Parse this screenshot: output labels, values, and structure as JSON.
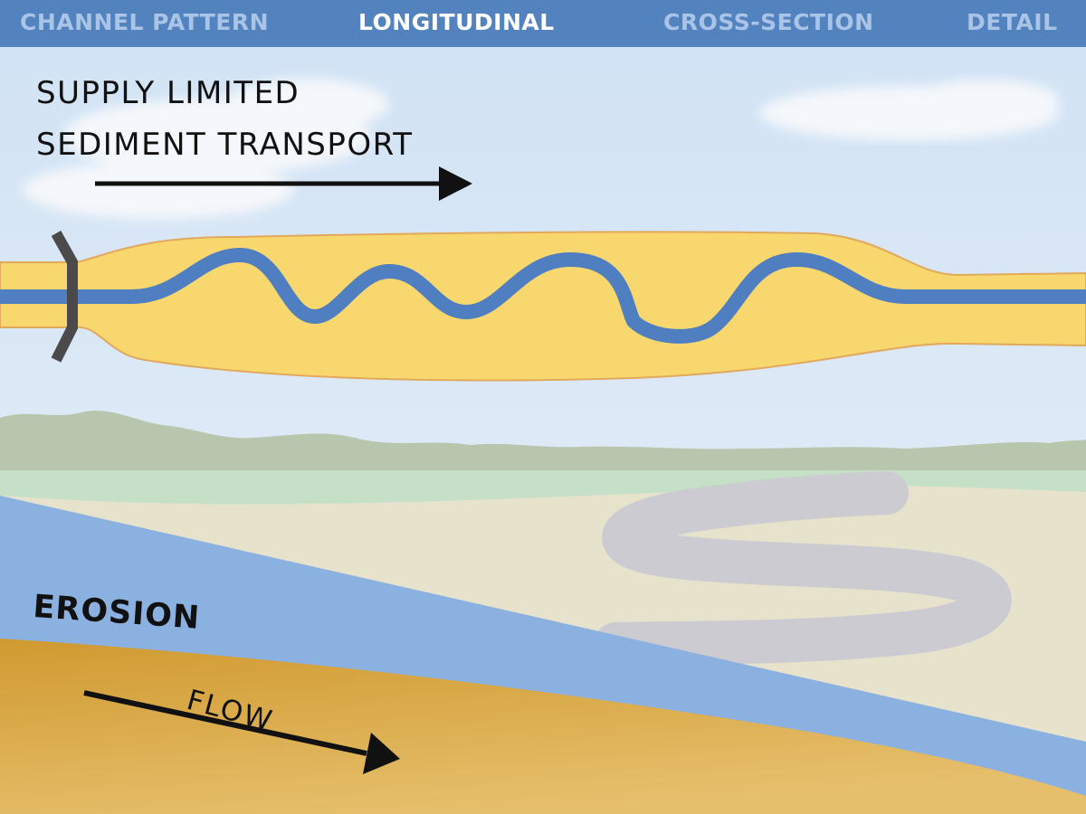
{
  "tabs": [
    {
      "label": "CHANNEL PATTERN",
      "active": false
    },
    {
      "label": "LONGITUDINAL",
      "active": true
    },
    {
      "label": "CROSS-SECTION",
      "active": false
    },
    {
      "label": "DETAIL",
      "active": false
    }
  ],
  "title": {
    "line1": "SUPPLY LIMITED",
    "line2": "SEDIMENT TRANSPORT"
  },
  "labels": {
    "erosion": "EROSION",
    "flow": "FLOW"
  },
  "colors": {
    "tab_bar": "#5383bf",
    "tab_active": "#ffffff",
    "tab_inactive": "#a9c4e6",
    "sky": "#dde9f5",
    "channel_sediment": "#f8d86e",
    "channel_outline": "#e2a85c",
    "river": "#4f7fc0",
    "water_layer": "#8bb1e0",
    "bed_sediment": "#d6a53e",
    "grade_control": "#4a4a4a",
    "arrow": "#111111"
  }
}
